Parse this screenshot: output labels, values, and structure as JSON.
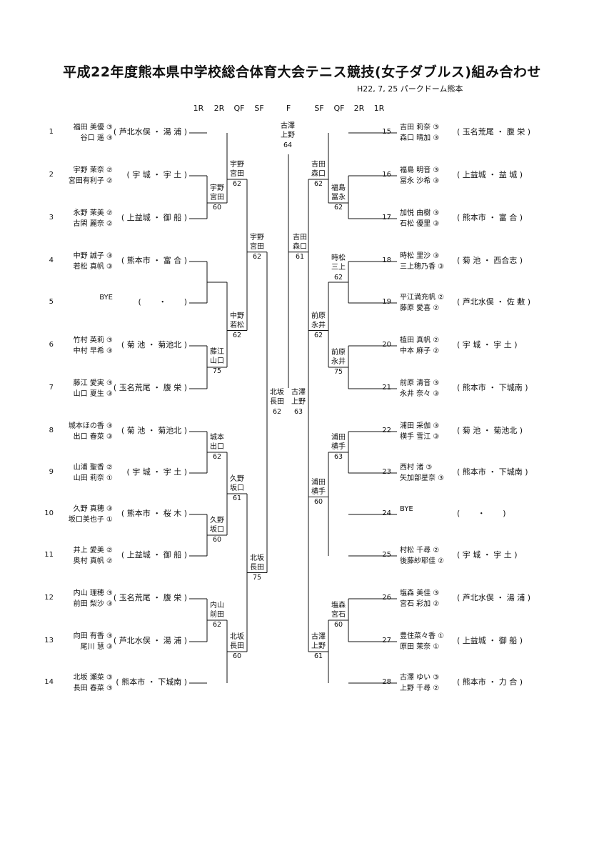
{
  "title": "平成22年度熊本県中学校総合体育大会テニス競技(女子ダブルス)組み合わせ",
  "subtitle": "H22, 7, 25 パークドーム熊本",
  "rounds_left": [
    "1R",
    "2R",
    "QF",
    "SF"
  ],
  "round_final": "F",
  "rounds_right": [
    "SF",
    "QF",
    "2R",
    "1R"
  ],
  "entries_left": [
    {
      "no": "1",
      "p1": "福田 美優 ③",
      "p2": "谷口 遥 ③",
      "school": "( 芦北水俣 ・ 湯 浦 )"
    },
    {
      "no": "2",
      "p1": "宇野 茉奈 ②",
      "p2": "宮田有利子 ②",
      "school": "( 宇 城 ・ 宇 土 )"
    },
    {
      "no": "3",
      "p1": "永野 茉美 ②",
      "p2": "古閑 麗奈 ②",
      "school": "( 上益城 ・ 御 船 )"
    },
    {
      "no": "4",
      "p1": "中野 誠子 ③",
      "p2": "若松 真帆 ③",
      "school": "( 熊本市 ・ 富 合 )"
    },
    {
      "no": "5",
      "p1": "BYE",
      "p2": "",
      "school": "(       ・       )"
    },
    {
      "no": "6",
      "p1": "竹村 英莉 ③",
      "p2": "中村 早希 ③",
      "school": "( 菊 池 ・ 菊池北 )"
    },
    {
      "no": "7",
      "p1": "藤江 愛実 ③",
      "p2": "山口 夏生 ③",
      "school": "( 玉名荒尾 ・ 腹 栄 )"
    },
    {
      "no": "8",
      "p1": "城本ほの香 ③",
      "p2": "出口 春菜 ③",
      "school": "( 菊 池 ・ 菊池北 )"
    },
    {
      "no": "9",
      "p1": "山浦 聖香 ②",
      "p2": "山田 莉奈 ①",
      "school": "( 宇 城 ・ 宇 土 )"
    },
    {
      "no": "10",
      "p1": "久野 真穂 ③",
      "p2": "坂口美也子 ①",
      "school": "( 熊本市 ・ 桜 木 )"
    },
    {
      "no": "11",
      "p1": "井上 愛美 ②",
      "p2": "奥村 真帆 ②",
      "school": "( 上益城 ・ 御 船 )"
    },
    {
      "no": "12",
      "p1": "内山 理穂 ③",
      "p2": "前田 梨沙 ③",
      "school": "( 玉名荒尾 ・ 腹 栄 )"
    },
    {
      "no": "13",
      "p1": "向田 有香 ③",
      "p2": "尾川 慧 ③",
      "school": "( 芦北水俣 ・ 湯 浦 )"
    },
    {
      "no": "14",
      "p1": "北坂 瀬菜 ③",
      "p2": "長田 春菜 ③",
      "school": "( 熊本市 ・ 下城南 )"
    }
  ],
  "entries_right": [
    {
      "no": "15",
      "p1": "吉田 莉奈 ③",
      "p2": "森口 晴加 ③",
      "school": "( 玉名荒尾 ・ 腹 栄 )"
    },
    {
      "no": "16",
      "p1": "福島 明音 ③",
      "p2": "冨永 沙希 ③",
      "school": "( 上益城 ・ 益 城 )"
    },
    {
      "no": "17",
      "p1": "加悦 由樹 ③",
      "p2": "石松 優里 ③",
      "school": "( 熊本市 ・ 富 合 )"
    },
    {
      "no": "18",
      "p1": "時松 里沙 ③",
      "p2": "三上穂乃香 ③",
      "school": "( 菊 池 ・ 西合志 )"
    },
    {
      "no": "19",
      "p1": "平江満充帆 ②",
      "p2": "藤原 愛喜 ②",
      "school": "( 芦北水俣 ・ 佐 敷 )"
    },
    {
      "no": "20",
      "p1": "植田 真帆 ②",
      "p2": "中本 麻子 ②",
      "school": "( 宇 城 ・ 宇 土 )"
    },
    {
      "no": "21",
      "p1": "前原 清音 ③",
      "p2": "永井 奈々 ③",
      "school": "( 熊本市 ・ 下城南 )"
    },
    {
      "no": "22",
      "p1": "浦田 采伽 ③",
      "p2": "横手 雪江 ③",
      "school": "( 菊 池 ・ 菊池北 )"
    },
    {
      "no": "23",
      "p1": "西村 渚 ③",
      "p2": "矢加部星奈 ③",
      "school": "( 熊本市 ・ 下城南 )"
    },
    {
      "no": "24",
      "p1": "BYE",
      "p2": "",
      "school": "(       ・       )"
    },
    {
      "no": "25",
      "p1": "村松 千尋 ②",
      "p2": "後藤紗耶佳 ②",
      "school": "( 宇 城 ・ 宇 土 )"
    },
    {
      "no": "26",
      "p1": "塩森 美佳 ③",
      "p2": "宮石 彩加 ②",
      "school": "( 芦北水俣 ・ 湯 浦 )"
    },
    {
      "no": "27",
      "p1": "豊住菜々香 ①",
      "p2": "原田 茉奈 ①",
      "school": "( 上益城 ・ 御 船 )"
    },
    {
      "no": "28",
      "p1": "古澤 ゆい ③",
      "p2": "上野 千尋 ②",
      "school": "( 熊本市 ・ 力 合 )"
    }
  ],
  "winners": [
    {
      "n1": "宇野",
      "n2": "宮田",
      "score": "60"
    },
    {
      "n1": "宇野",
      "n2": "宮田",
      "score": "62"
    },
    {
      "n1": "中野",
      "n2": "若松",
      "score": "62"
    },
    {
      "n1": "藤江",
      "n2": "山口",
      "score": "75"
    },
    {
      "n1": "宇野",
      "n2": "宮田",
      "score": "62"
    },
    {
      "n1": "城本",
      "n2": "出口",
      "score": "62"
    },
    {
      "n1": "久野",
      "n2": "坂口",
      "score": "60"
    },
    {
      "n1": "久野",
      "n2": "坂口",
      "score": "61"
    },
    {
      "n1": "内山",
      "n2": "前田",
      "score": "62"
    },
    {
      "n1": "北坂",
      "n2": "長田",
      "score": "60"
    },
    {
      "n1": "北坂",
      "n2": "長田",
      "score": "75"
    },
    {
      "n1": "北坂",
      "n2": "長田",
      "score": "62"
    },
    {
      "n1": "福島",
      "n2": "冨永",
      "score": "62"
    },
    {
      "n1": "吉田",
      "n2": "森口",
      "score": "62"
    },
    {
      "n1": "時松",
      "n2": "三上",
      "score": "62"
    },
    {
      "n1": "前原",
      "n2": "永井",
      "score": "75"
    },
    {
      "n1": "前原",
      "n2": "永井",
      "score": "62"
    },
    {
      "n1": "吉田",
      "n2": "森口",
      "score": "61"
    },
    {
      "n1": "浦田",
      "n2": "横手",
      "score": "63"
    },
    {
      "n1": "浦田",
      "n2": "横手",
      "score": "60"
    },
    {
      "n1": "塩森",
      "n2": "宮石",
      "score": "60"
    },
    {
      "n1": "古澤",
      "n2": "上野",
      "score": "61"
    },
    {
      "n1": "古澤",
      "n2": "上野",
      "score": "63"
    },
    {
      "n1": "古澤",
      "n2": "上野",
      "score": "64"
    }
  ]
}
